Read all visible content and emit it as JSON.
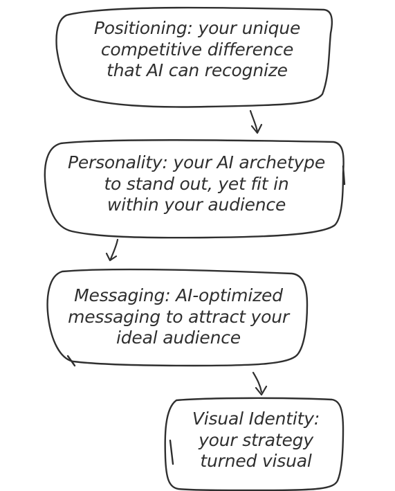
{
  "diagram": {
    "nodes": [
      {
        "id": "positioning",
        "lines": [
          "Positioning: your unique",
          "competitive difference",
          "that AI can recognize"
        ]
      },
      {
        "id": "personality",
        "lines": [
          "Personality: your AI archetype",
          "to stand out, yet fit in",
          "within your audience"
        ]
      },
      {
        "id": "messaging",
        "lines": [
          "Messaging: AI-optimized",
          "messaging to attract your",
          "ideal audience"
        ]
      },
      {
        "id": "visual-identity",
        "lines": [
          "Visual Identity:",
          "your strategy",
          "turned visual"
        ]
      }
    ],
    "edges": [
      {
        "from": "positioning",
        "to": "personality"
      },
      {
        "from": "personality",
        "to": "messaging"
      },
      {
        "from": "messaging",
        "to": "visual-identity"
      }
    ],
    "colors": {
      "stroke": "#2f2f2f",
      "text": "#2f2f2f",
      "background": "#ffffff"
    }
  }
}
